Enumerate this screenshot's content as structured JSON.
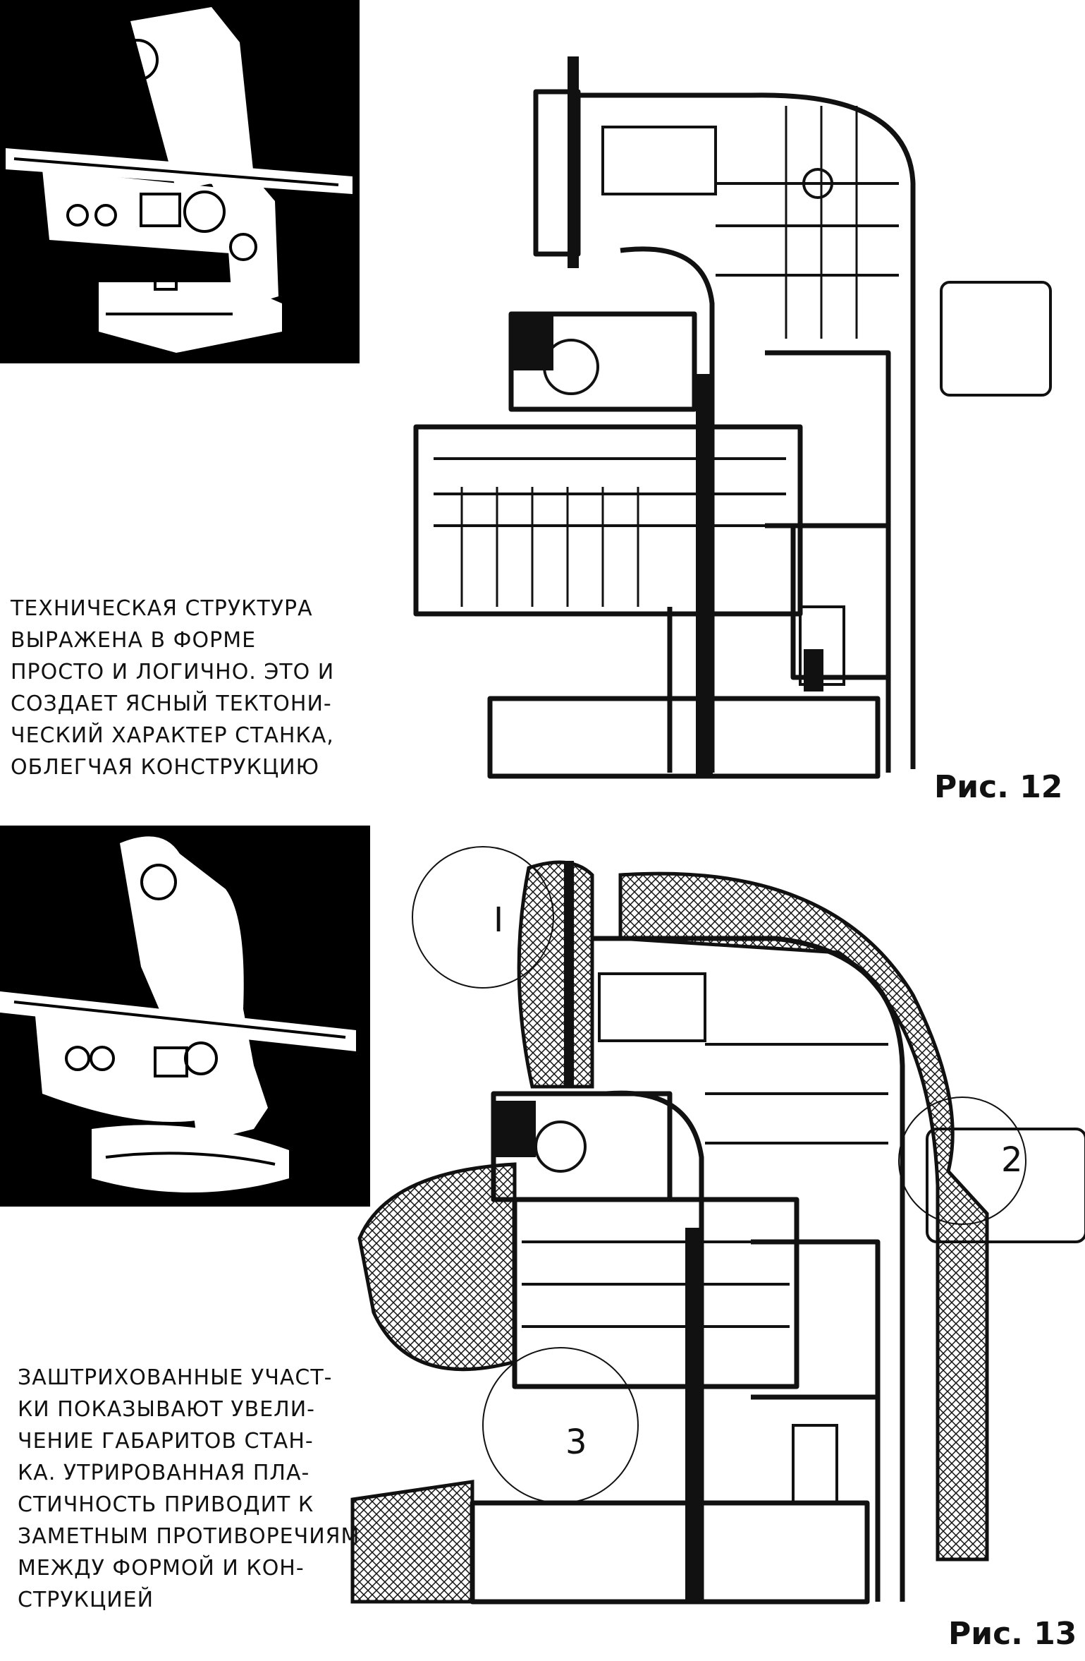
{
  "figure_12": {
    "label": "Рис. 12",
    "caption": "ТЕХНИЧЕСКАЯ СТРУКТУРА\nВЫРАЖЕНА В ФОРМЕ\nПРОСТО И ЛОГИЧНО. ЭТО И\nСОЗДАЕТ ЯСНЫЙ ТЕКТОНИ-\nЧЕСКИЙ ХАРАКТЕР СТАНКА,\nОБЛЕГЧАЯ КОНСТРУКЦИЮ"
  },
  "figure_13": {
    "label": "Рис. 13",
    "caption": "ЗАШТРИХОВАННЫЕ УЧАСТ-\nКИ ПОКАЗЫВАЮТ УВЕЛИ-\nЧЕНИЕ ГАБАРИТОВ СТАН-\nКА. УТРИРОВАННАЯ ПЛА-\nСТИЧНОСТЬ ПРИВОДИТ К\nЗАМЕТНЫМ ПРОТИВОРЕЧИЯМ\nМЕЖДУ ФОРМОЙ И КОН-\nСТРУКЦИЕЙ",
    "callouts": [
      "I",
      "2",
      "3"
    ]
  },
  "colors": {
    "ink": "#111111",
    "paper": "#ffffff",
    "photo_bg": "#000000"
  }
}
